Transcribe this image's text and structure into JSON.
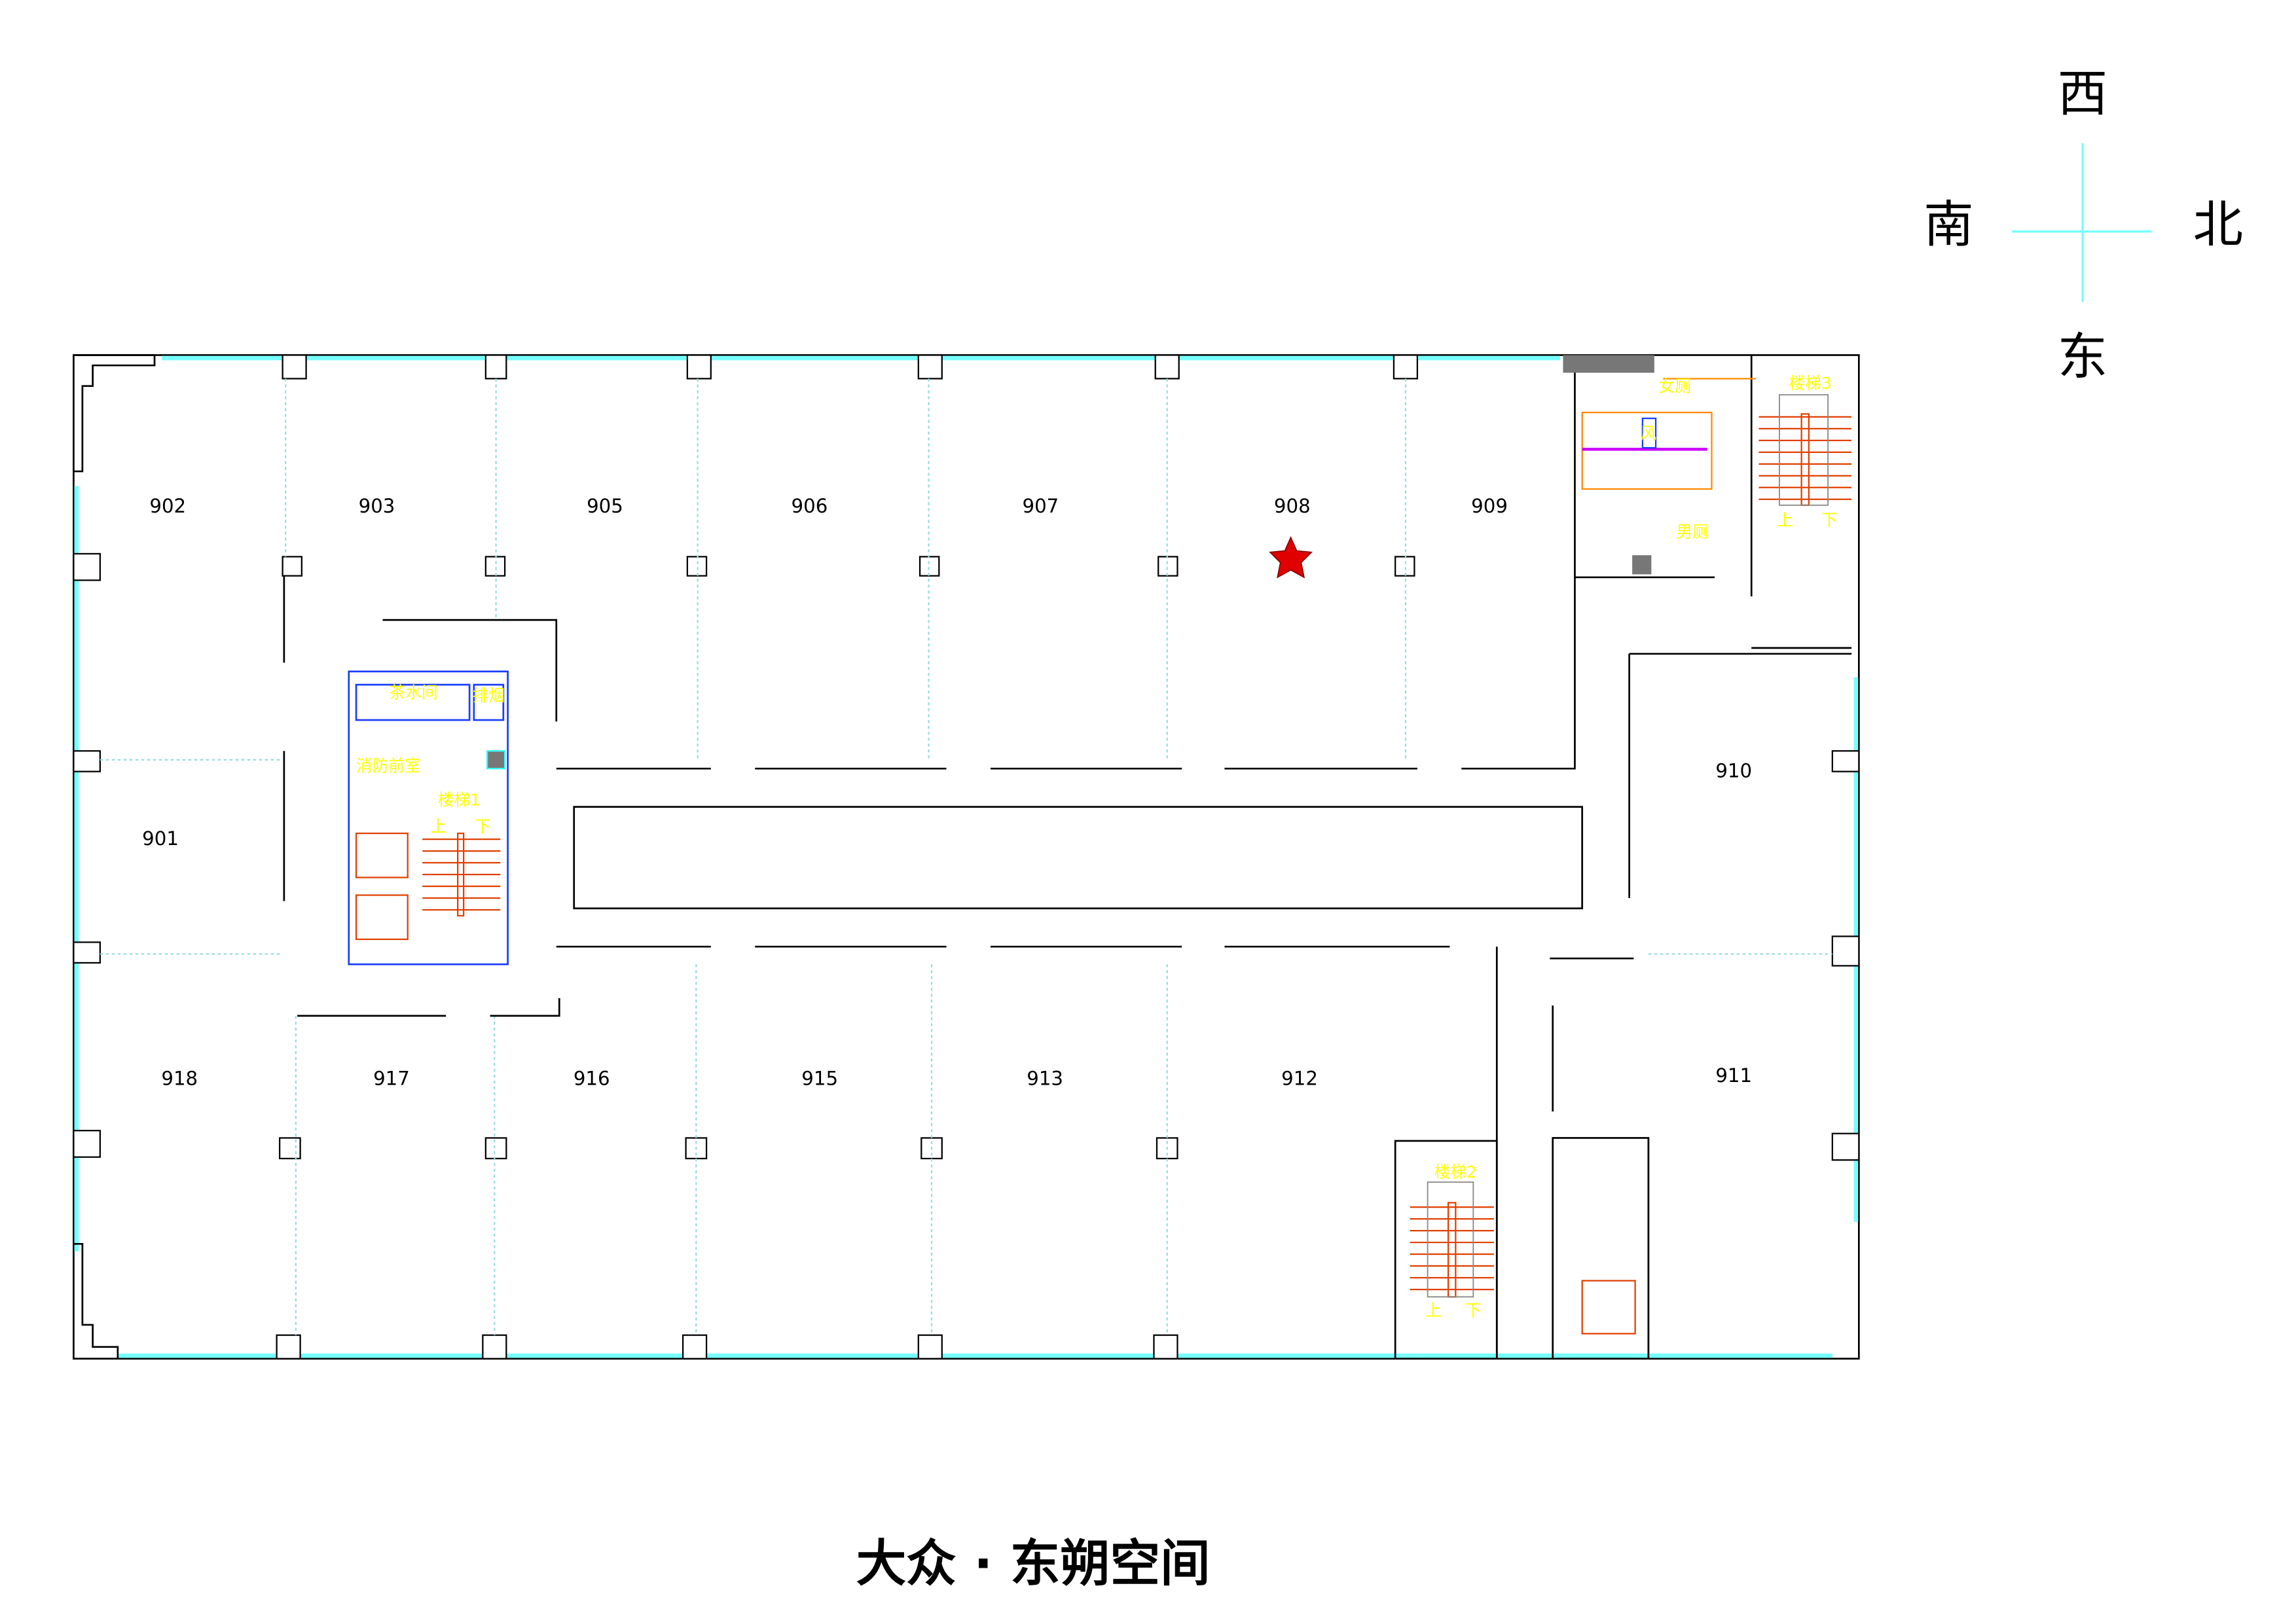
{
  "title": "大众 · 东朔空间",
  "compass": {
    "top": "西",
    "left": "南",
    "right": "北",
    "bottom": "东"
  },
  "rooms": {
    "r902": "902",
    "r903": "903",
    "r905": "905",
    "r906": "906",
    "r907": "907",
    "r908": "908",
    "r909": "909",
    "r910": "910",
    "r901": "901",
    "r918": "918",
    "r917": "917",
    "r916": "916",
    "r915": "915",
    "r913": "913",
    "r912": "912",
    "r911": "911"
  },
  "facilities": {
    "tea_room": "茶水间",
    "smoke_exhaust": "排烟",
    "fire_lobby": "消防前室",
    "stair1": "楼梯1",
    "stair2": "楼梯2",
    "stair3": "楼梯3",
    "womens_restroom": "女厕",
    "mens_restroom": "男厕",
    "vent": "风",
    "up": "上",
    "down": "下"
  },
  "marker": {
    "room": "908",
    "color": "#e00000"
  },
  "colors": {
    "window": "#77ffff",
    "core": "#1a3cff",
    "stairs": "#e04000",
    "label": "#ffff00"
  }
}
